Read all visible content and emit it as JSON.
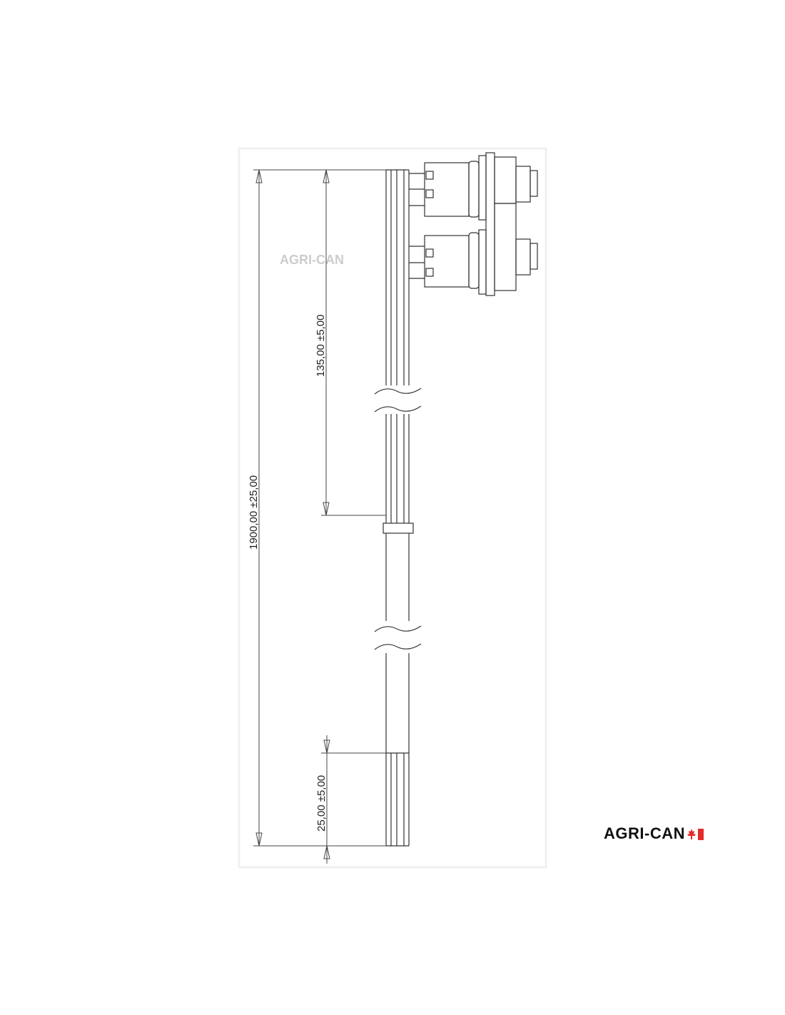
{
  "drawing": {
    "dimensions": {
      "overall_length": "1900,00 ±25,00",
      "breakout_length": "135,00 ±5,00",
      "strip_length": "25,00 ±5,00"
    },
    "watermark": "AGRI-CAN"
  },
  "logo": {
    "text": "AGRI-CAN",
    "colors": {
      "text": "#111111",
      "flag": "#e32b2b"
    }
  }
}
